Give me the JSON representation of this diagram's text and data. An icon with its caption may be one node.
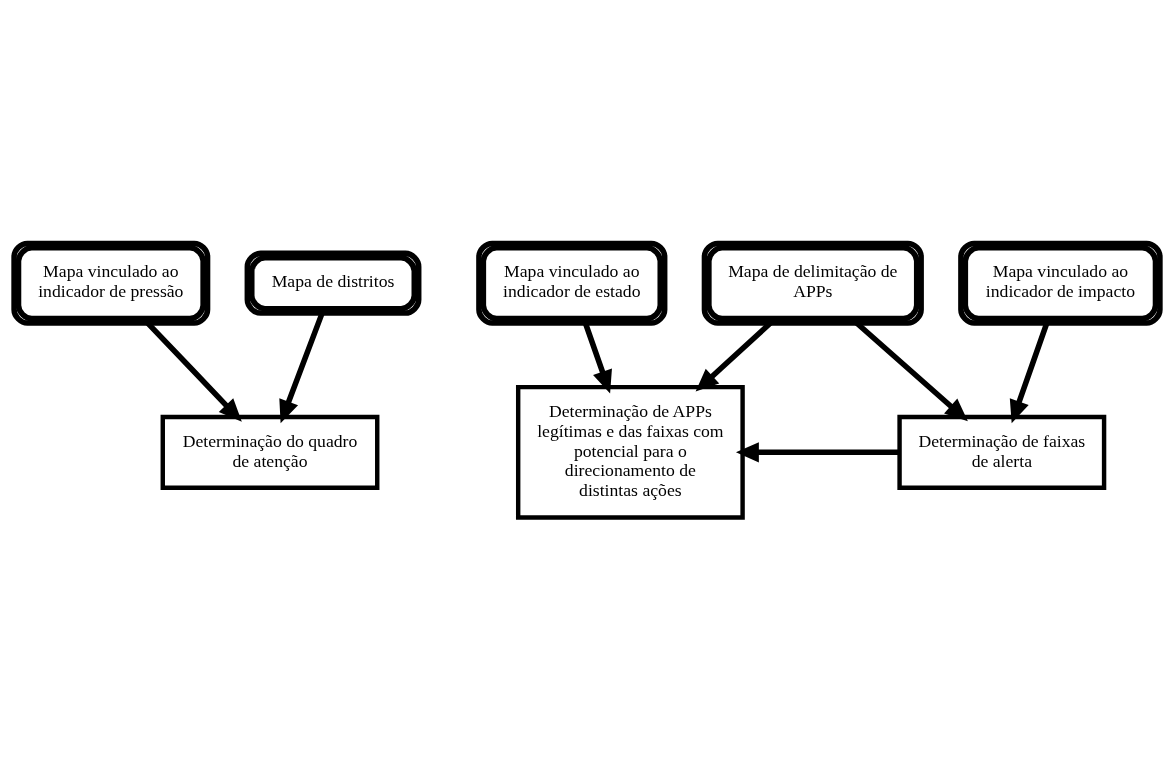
{
  "diagram": {
    "nodes": [
      {
        "text": [
          "Mapa vinculado ao indicador de pressão"
        ]
      },
      {
        "text": [
          "Mapa vinculado ao indicador de estado"
        ]
      },
      {
        "text": [
          "Mapa vinculado ao indicador de impacto"
        ]
      },
      {
        "text": [
          "Mapa de distritos"
        ]
      },
      {
        "text": [
          "Mapa de delimitação de APPs"
        ]
      },
      {
        "text": [
          "Determinação do quadro de atenção"
        ]
      },
      {
        "text": [
          "Determinação de APPs legítimas e das faixas com potencial para o direcionamento de distintas ações"
        ]
      },
      {
        "text": [
          "Determinação de faixas de alerta"
        ]
      }
    ],
    "edges": [
      {
        "from": 0,
        "to": 5,
        "arrow": "to"
      },
      {
        "from": 3,
        "to": 5,
        "arrow": "to"
      },
      {
        "from": 1,
        "to": 6,
        "arrow": "to"
      },
      {
        "from": 4,
        "to": 6,
        "arrow": "to"
      },
      {
        "from": 2,
        "to": 7,
        "arrow": "to"
      },
      {
        "from": 4,
        "to": 7,
        "arrow": "to"
      },
      {
        "from": 7,
        "to": 6,
        "arrow": "to"
      }
    ]
  }
}
